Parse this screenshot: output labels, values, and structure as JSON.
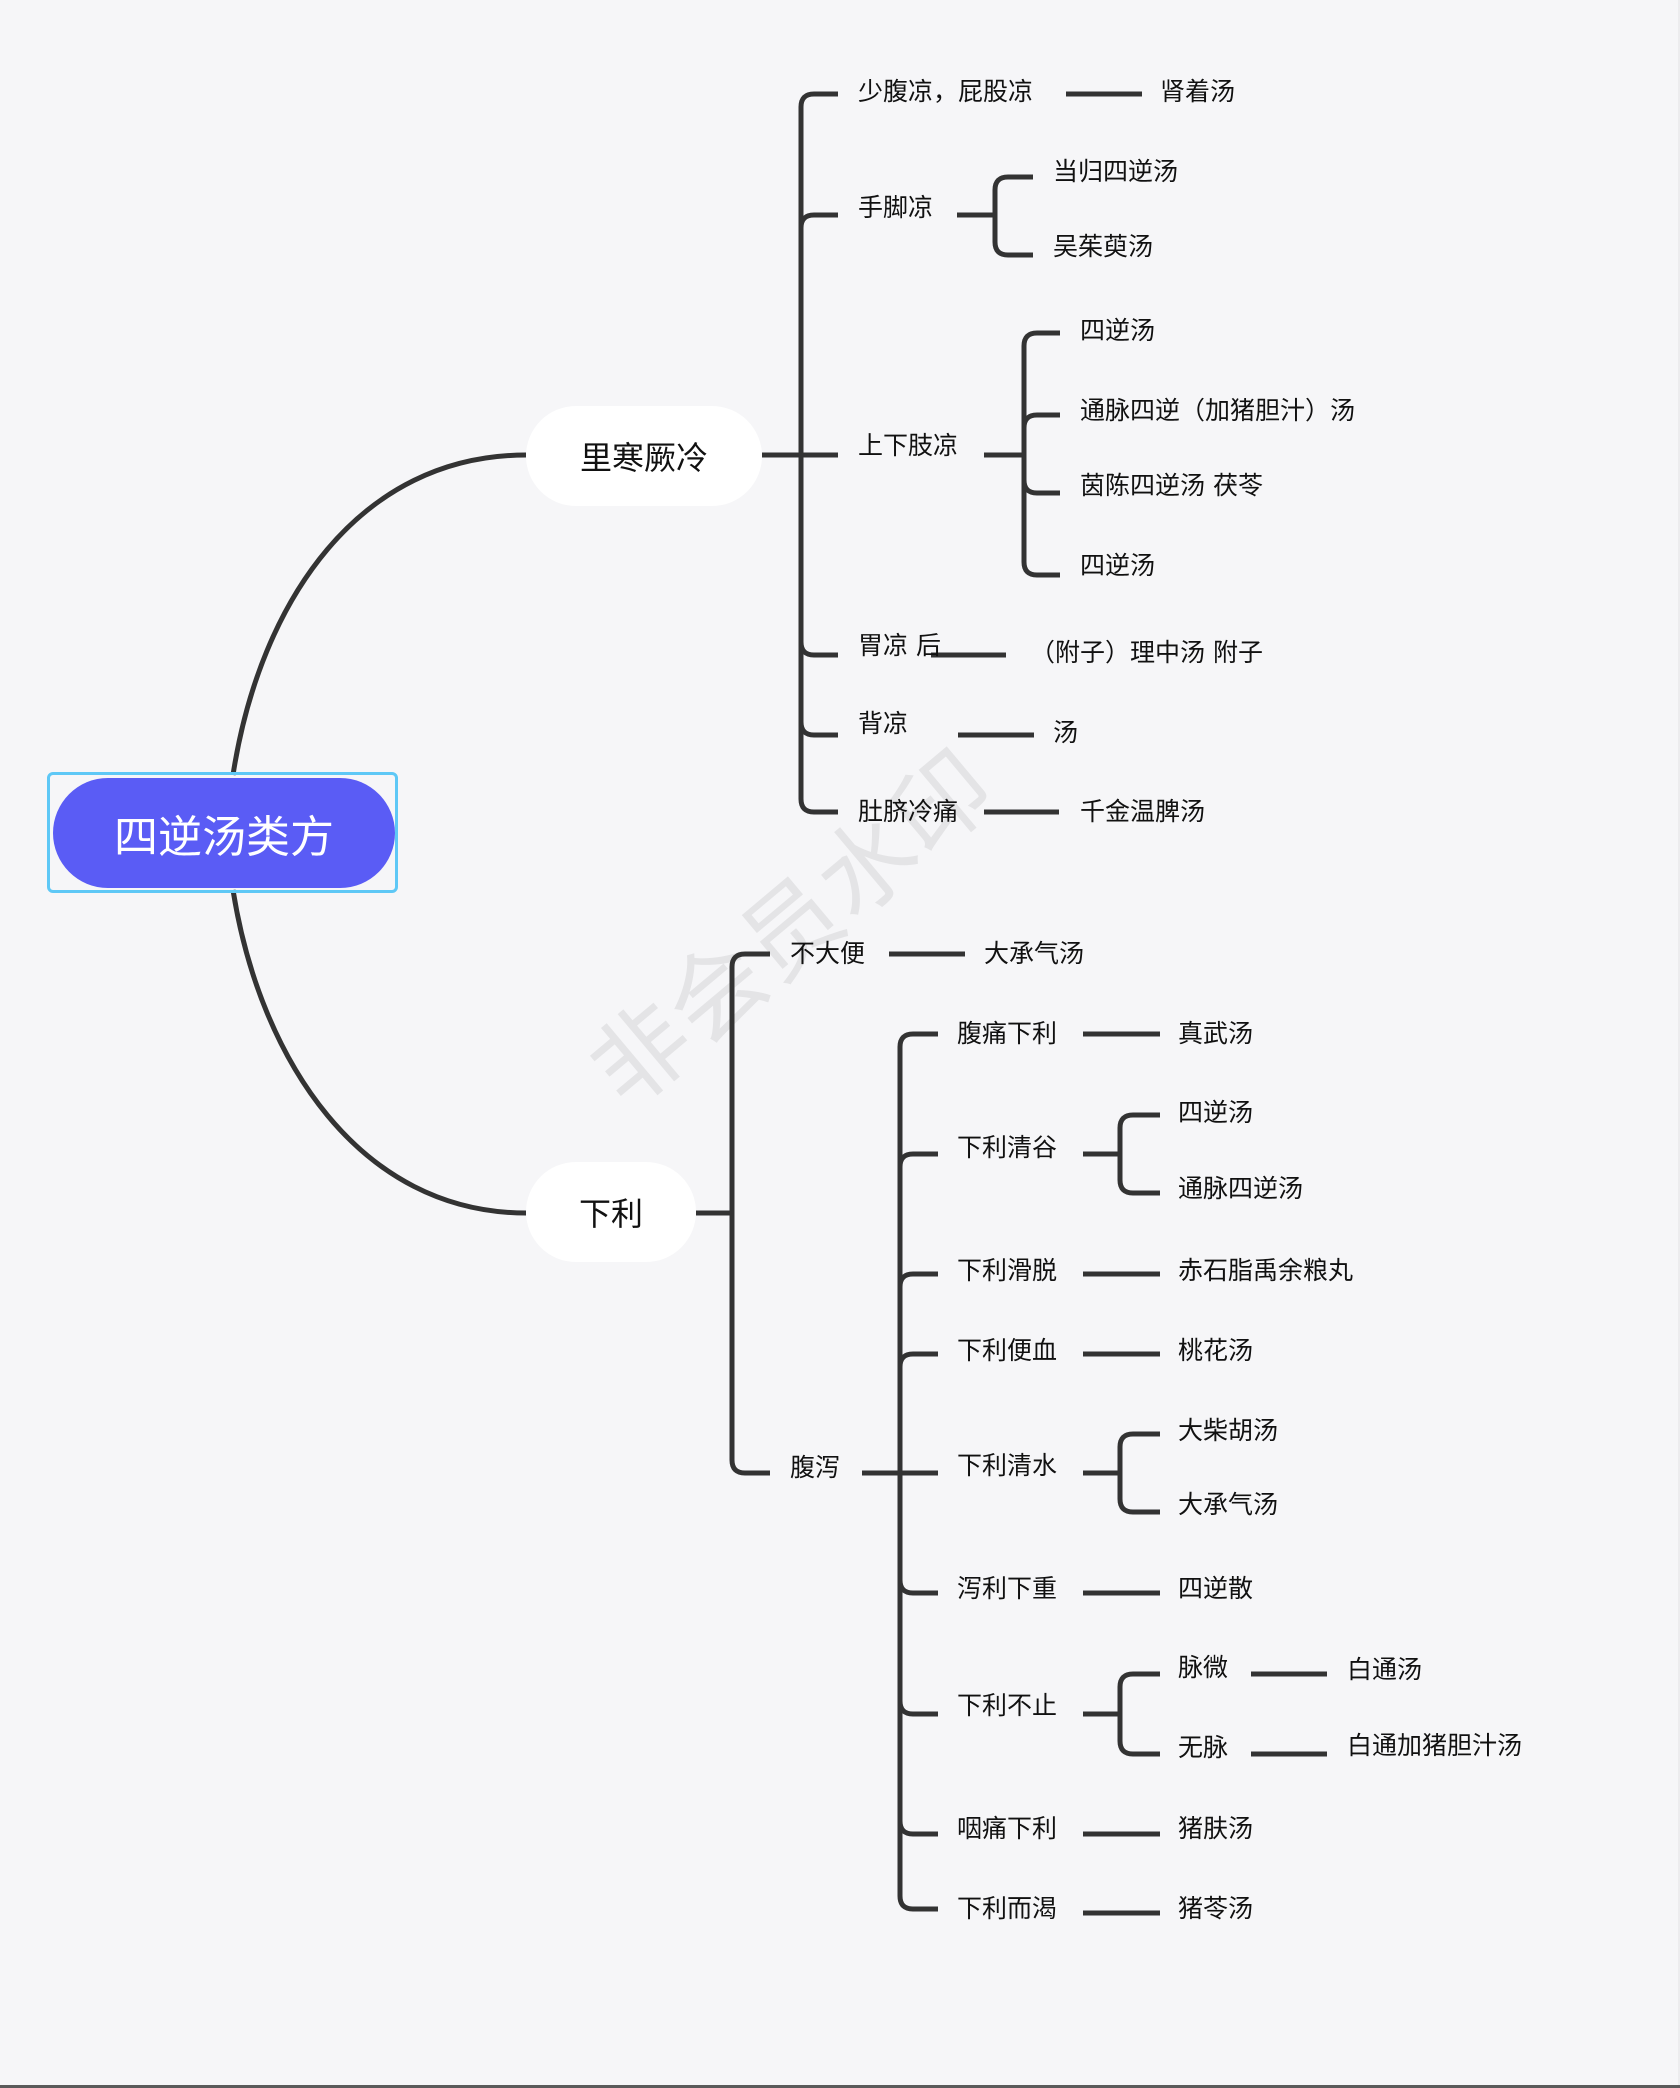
{
  "watermark": "非会员水印",
  "root": {
    "label": "四逆汤类方",
    "color": "#5a5cf5",
    "selection_color": "#5ec8f6"
  },
  "branches": [
    {
      "label": "里寒厥冷",
      "children": [
        {
          "label": "少腹凉，屁股凉",
          "children": [
            {
              "label": "肾着汤"
            }
          ]
        },
        {
          "label": "手脚凉",
          "children": [
            {
              "label": "当归四逆汤"
            },
            {
              "label": "吴茱萸汤"
            }
          ]
        },
        {
          "label": "上下肢凉",
          "children": [
            {
              "label": "四逆汤"
            },
            {
              "label": "通脉四逆（加猪胆汁）汤"
            },
            {
              "label": "茵陈四逆汤 茯苓"
            },
            {
              "label": "四逆汤"
            }
          ]
        },
        {
          "label": "胃凉 后",
          "children": [
            {
              "label": "（附子）理中汤 附子"
            }
          ]
        },
        {
          "label": "背凉",
          "children": [
            {
              "label": "汤"
            }
          ]
        },
        {
          "label": "肚脐冷痛",
          "children": [
            {
              "label": "千金温脾汤"
            }
          ]
        }
      ]
    },
    {
      "label": "下利",
      "children": [
        {
          "label": "不大便",
          "children": [
            {
              "label": "大承气汤"
            }
          ]
        },
        {
          "label": "腹泻",
          "children": [
            {
              "label": "腹痛下利",
              "children": [
                {
                  "label": "真武汤"
                }
              ]
            },
            {
              "label": "下利清谷",
              "children": [
                {
                  "label": "四逆汤"
                },
                {
                  "label": "通脉四逆汤"
                }
              ]
            },
            {
              "label": "下利滑脱",
              "children": [
                {
                  "label": "赤石脂禹余粮丸"
                }
              ]
            },
            {
              "label": "下利便血",
              "children": [
                {
                  "label": "桃花汤"
                }
              ]
            },
            {
              "label": "下利清水",
              "children": [
                {
                  "label": "大柴胡汤"
                },
                {
                  "label": "大承气汤"
                }
              ]
            },
            {
              "label": "泻利下重",
              "children": [
                {
                  "label": "四逆散"
                }
              ]
            },
            {
              "label": "下利不止",
              "children": [
                {
                  "label": "脉微",
                  "children": [
                    {
                      "label": "白通汤"
                    }
                  ]
                },
                {
                  "label": "无脉",
                  "children": [
                    {
                      "label": "白通加猪胆汁汤"
                    }
                  ]
                }
              ]
            },
            {
              "label": "咽痛下利",
              "children": [
                {
                  "label": "猪肤汤"
                }
              ]
            },
            {
              "label": "下利而渴",
              "children": [
                {
                  "label": "猪苓汤"
                }
              ]
            }
          ]
        }
      ]
    }
  ]
}
